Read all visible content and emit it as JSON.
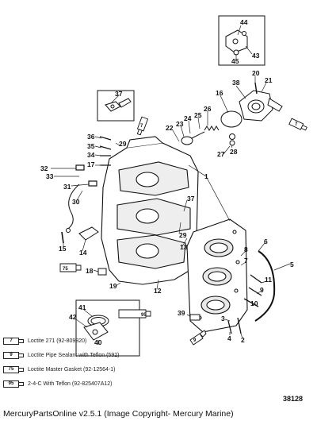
{
  "callouts": [
    {
      "label": "44"
    },
    {
      "label": "43"
    },
    {
      "label": "45"
    },
    {
      "label": "20"
    },
    {
      "label": "21"
    },
    {
      "label": "38"
    },
    {
      "label": "16"
    },
    {
      "label": "26"
    },
    {
      "label": "25"
    },
    {
      "label": "24"
    },
    {
      "label": "23"
    },
    {
      "label": "22"
    },
    {
      "label": "27"
    },
    {
      "label": "28"
    },
    {
      "label": "37"
    },
    {
      "label": "36"
    },
    {
      "label": "35"
    },
    {
      "label": "29"
    },
    {
      "label": "34"
    },
    {
      "label": "17"
    },
    {
      "label": "32"
    },
    {
      "label": "33"
    },
    {
      "label": "31"
    },
    {
      "label": "30"
    },
    {
      "label": "1"
    },
    {
      "label": "37"
    },
    {
      "label": "29"
    },
    {
      "label": "13"
    },
    {
      "label": "15"
    },
    {
      "label": "14"
    },
    {
      "label": "18"
    },
    {
      "label": "19"
    },
    {
      "label": "12"
    },
    {
      "label": "6"
    },
    {
      "label": "8"
    },
    {
      "label": "7"
    },
    {
      "label": "5"
    },
    {
      "label": "11"
    },
    {
      "label": "9"
    },
    {
      "label": "10"
    },
    {
      "label": "39"
    },
    {
      "label": "3"
    },
    {
      "label": "4"
    },
    {
      "label": "2"
    },
    {
      "label": "41"
    },
    {
      "label": "42"
    },
    {
      "label": "40"
    }
  ],
  "tube_tags": [
    {
      "code": "7"
    },
    {
      "code": "7"
    },
    {
      "code": "75"
    },
    {
      "code": "95"
    },
    {
      "code": "9"
    }
  ],
  "legend": [
    {
      "code": "7",
      "text": "Loctite 271 (92-809820)"
    },
    {
      "code": "9",
      "text": "Loctite Pipe Sealant with Teflon (592)"
    },
    {
      "code": "75",
      "text": "Loctite Master Gasket (92-12564-1)"
    },
    {
      "code": "95",
      "text": "2-4-C With Teflon (92-825407A12)"
    }
  ],
  "drawing_number": "38128",
  "footer": "MercuryPartsOnline v2.5.1 (Image Copyright- Mercury Marine)"
}
